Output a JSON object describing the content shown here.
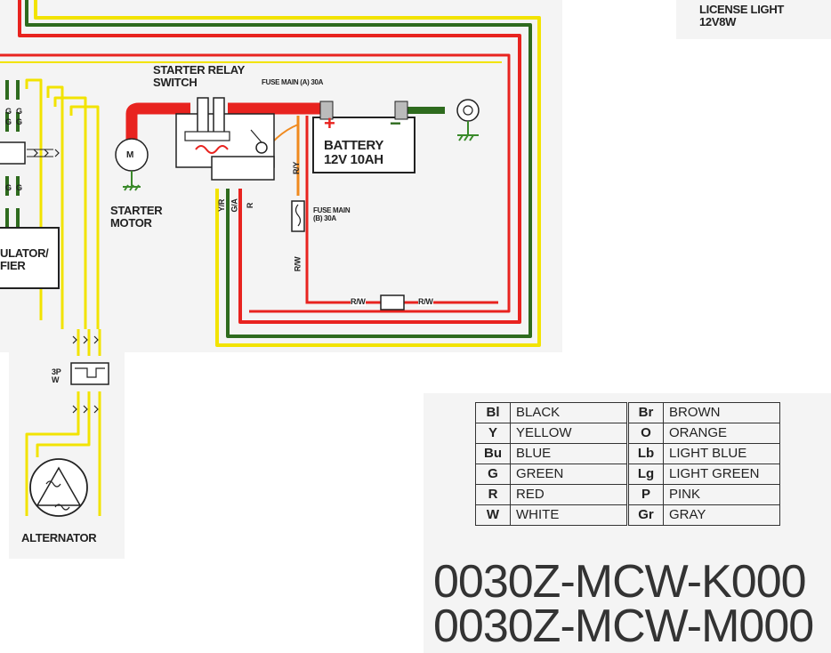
{
  "labels": {
    "license_light": "LICENSE LIGHT",
    "license_light_spec": "12V8W",
    "starter_relay": "STARTER RELAY\nSWITCH",
    "fuse_main_a": "FUSE MAIN (A) 30A",
    "battery_name": "BATTERY",
    "battery_spec": "12V 10AH",
    "battery_plus": "+",
    "battery_minus": "−",
    "starter_motor": "STARTER\nMOTOR",
    "motor_letter": "M",
    "fuse_main_b": "FUSE MAIN\n(B) 30A",
    "regulator": "ULATOR/\nFIER",
    "connector_3p": "3P\nW",
    "alternator": "ALTERNATOR"
  },
  "wire_codes": {
    "ry": "R/Y",
    "yr": "Y/R",
    "ga": "G/A",
    "r": "R",
    "rw_vertical": "R/W",
    "rw_left": "R/W",
    "rw_right": "R/W",
    "g1": "G",
    "g2": "G",
    "g3": "G",
    "g4": "G",
    "g5": "G",
    "g6": "G"
  },
  "color_table": {
    "rows": [
      {
        "code1": "Bl",
        "name1": "BLACK",
        "code2": "Br",
        "name2": "BROWN"
      },
      {
        "code1": "Y",
        "name1": "YELLOW",
        "code2": "O",
        "name2": "ORANGE"
      },
      {
        "code1": "Bu",
        "name1": "BLUE",
        "code2": "Lb",
        "name2": "LIGHT BLUE"
      },
      {
        "code1": "G",
        "name1": "GREEN",
        "code2": "Lg",
        "name2": "LIGHT GREEN"
      },
      {
        "code1": "R",
        "name1": "RED",
        "code2": "P",
        "name2": "PINK"
      },
      {
        "code1": "W",
        "name1": "WHITE",
        "code2": "Gr",
        "name2": "GRAY"
      }
    ]
  },
  "part_numbers": [
    "0030Z-MCW-K000",
    "0030Z-MCW-M000"
  ],
  "colors": {
    "red": "#e8231f",
    "green": "#2e6b1e",
    "yellow": "#f2e300",
    "orange": "#f08a1e",
    "ground_green": "#3a8a2a",
    "line": "#222222"
  }
}
